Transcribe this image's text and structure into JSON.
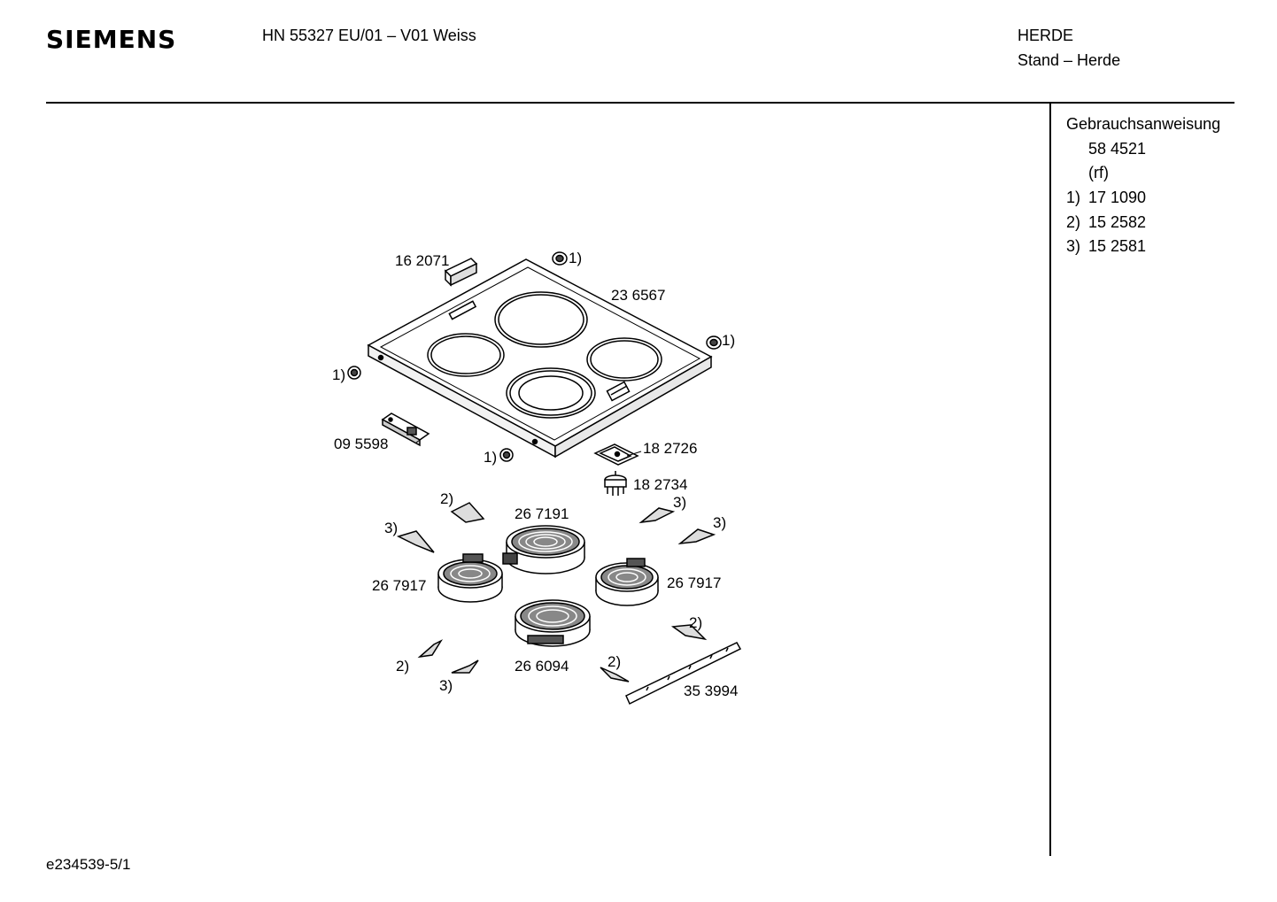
{
  "header": {
    "brand": "SIEMENS",
    "model": "HN 55327 EU/01 – V01 Weiss",
    "category": "HERDE",
    "subcategory": "Stand – Herde"
  },
  "sidebar": {
    "title": "Gebrauchsanweisung",
    "doc_number": "58 4521",
    "doc_note": "(rf)",
    "refs": [
      {
        "marker": "1)",
        "number": "17 1090"
      },
      {
        "marker": "2)",
        "number": "15 2582"
      },
      {
        "marker": "3)",
        "number": "15 2581"
      }
    ]
  },
  "diagram": {
    "labels": {
      "p162071": "16 2071",
      "p236567": "23 6567",
      "p095598": "09 5598",
      "p182726": "18 2726",
      "p182734": "18 2734",
      "p267191": "26 7191",
      "p267917_left": "26 7917",
      "p267917_right": "26 7917",
      "p266094": "26 6094",
      "p353994": "35 3994"
    },
    "markers": {
      "knob_top": "1)",
      "knob_right": "1)",
      "knob_left": "1)",
      "knob_bottom": "1)",
      "clip_top_left": "2)",
      "clip_top_right": "3)",
      "clip_right_upper": "3)",
      "clip_left_upper": "3)",
      "clip_right_lower": "2)",
      "clip_bottom_left_a": "2)",
      "clip_bottom_left_b": "3)",
      "clip_bottom_mid": "2)"
    }
  },
  "footer": {
    "code": "e234539-5/1"
  }
}
